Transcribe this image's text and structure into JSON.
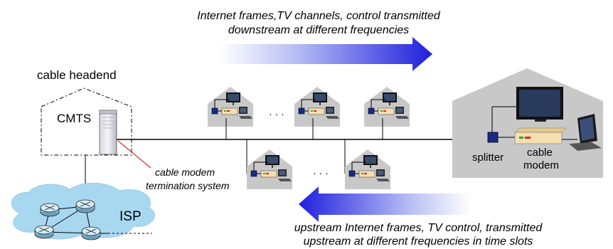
{
  "downstream": {
    "line1": "Internet frames,TV channels, control  transmitted",
    "line2": "downstream at different frequencies"
  },
  "upstream": {
    "line1": "upstream Internet frames, TV control,  transmitted",
    "line2": "upstream at different frequencies in time slots"
  },
  "headend": {
    "label": "cable headend",
    "cmts_label": "CMTS"
  },
  "cmts_desc": {
    "line1": "cable modem",
    "line2": "termination system"
  },
  "isp": {
    "label": "ISP"
  },
  "home": {
    "splitter_label": "splitter",
    "modem_line1": "cable",
    "modem_line2": "modem"
  },
  "ellipsis": "· · ·",
  "colors": {
    "arrow_dark": "#1f1fdc",
    "house_gray": "#c8c8c8",
    "isp_cloud": "#a8d8f0",
    "cmts_red": "#cc0000",
    "modem_body": "#f5deb0",
    "splitter": "#1a2a8a"
  }
}
